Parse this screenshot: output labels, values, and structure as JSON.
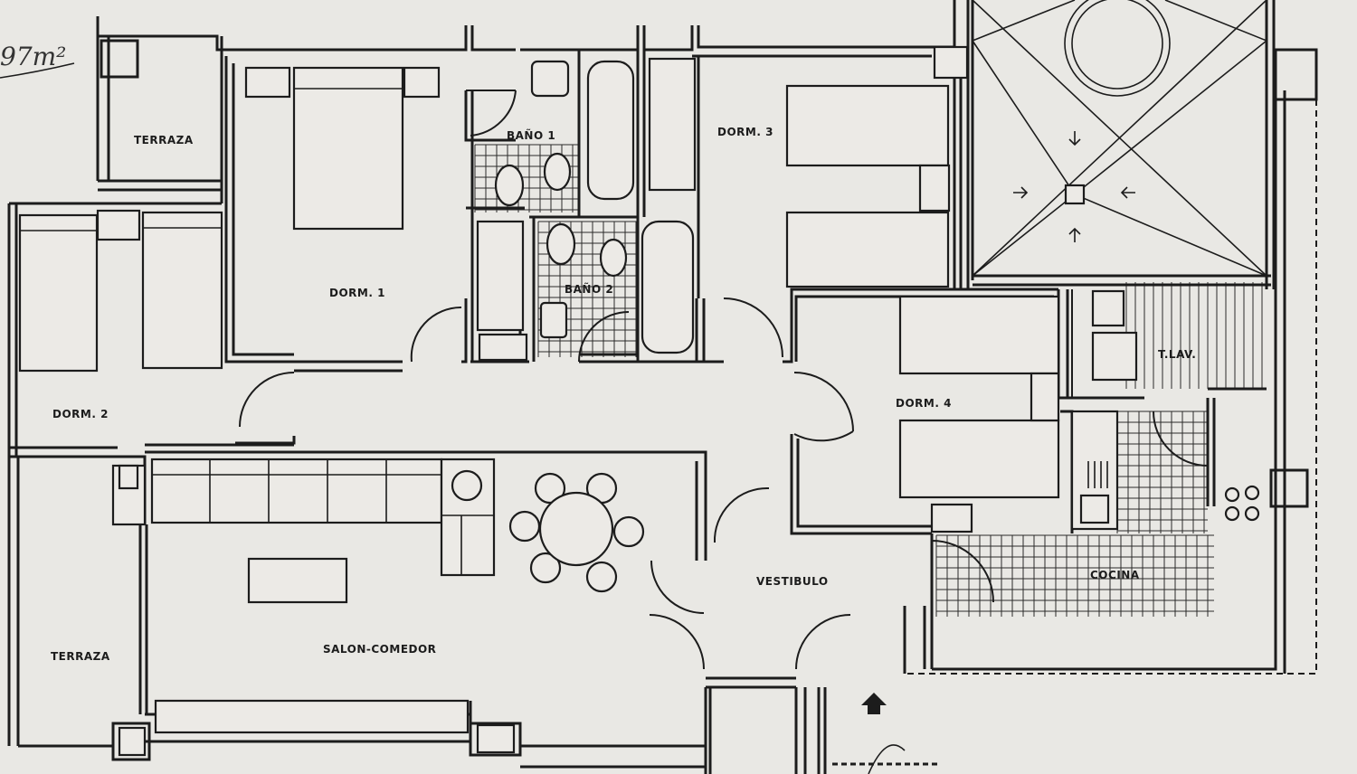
{
  "annotation": {
    "area_note": "97m²"
  },
  "rooms": {
    "terraza_top": "TERRAZA",
    "dorm1": "DORM. 1",
    "bano1": "BAÑO 1",
    "dorm3": "DORM. 3",
    "bano2": "BAÑO 2",
    "dorm2": "DORM. 2",
    "dorm4": "DORM. 4",
    "tlav": "T.LAV.",
    "vestibulo": "VESTIBULO",
    "cocina": "COCINA",
    "salon": "SALON-COMEDOR",
    "terraza_left": "TERRAZA"
  },
  "icons": {
    "entrance": "entrance-arrow-icon",
    "patio_arrows": "inward-arrow-icon"
  },
  "colors": {
    "paper": "#e9e8e4",
    "ink": "#1c1c1c"
  }
}
